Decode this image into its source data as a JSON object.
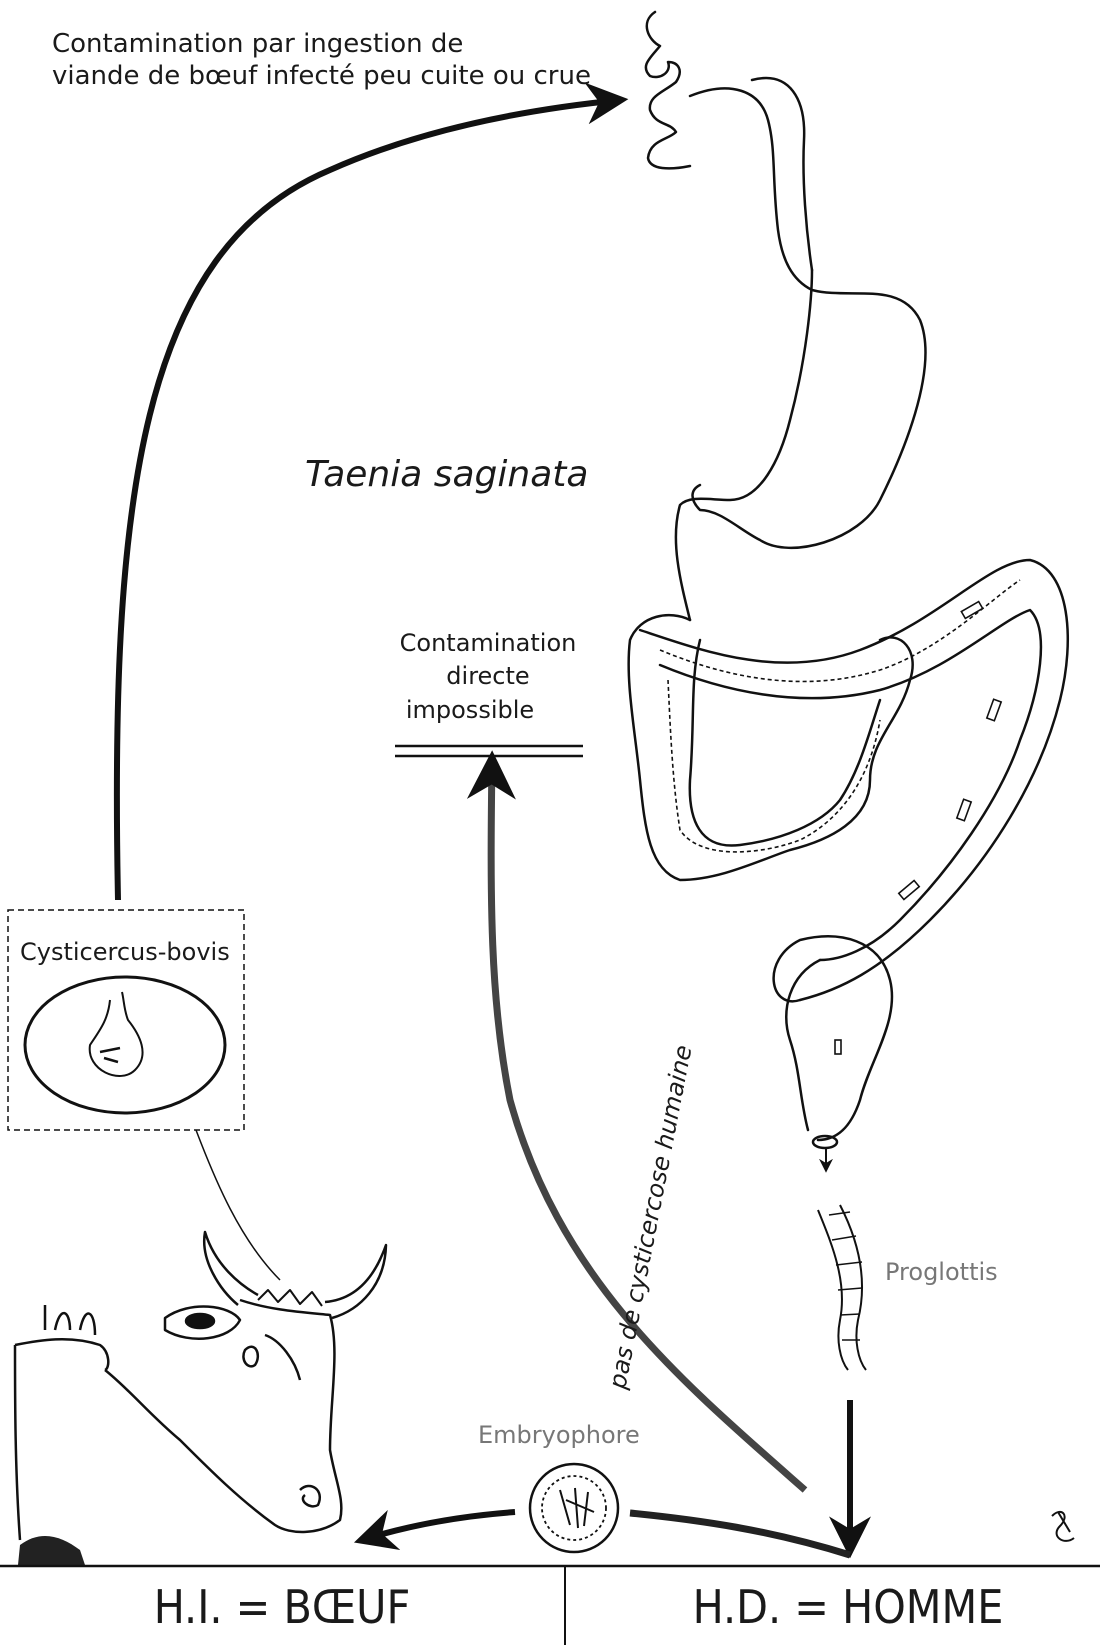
{
  "figure": {
    "ingestion_label_line1": "Contamination par ingestion de",
    "ingestion_label_line2": "viande de bœuf infecté peu cuite ou crue",
    "species_label": "Taenia saginata",
    "direct_label_line1": "Contamination",
    "direct_label_line2": "directe",
    "direct_label_line3": "impossible",
    "no_cysticercosis_label": "pas de cysticercose humaine",
    "cysticercus_label": "Cysticercus-bovis",
    "proglottis_label": "Proglottis",
    "embryophore_label": "Embryophore",
    "intermediate_host_label": "H.I. = BŒUF",
    "definitive_host_label": "H.D. = HOMME"
  }
}
